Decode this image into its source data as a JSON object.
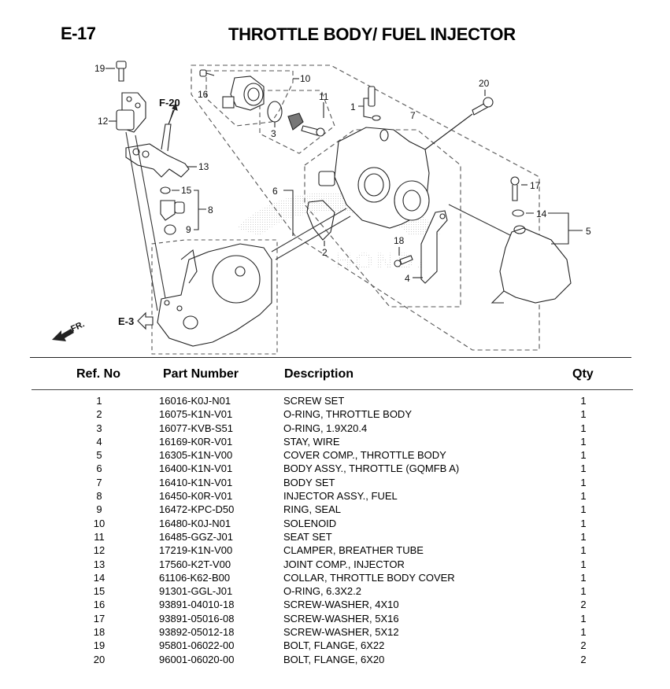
{
  "header": {
    "page_code": "E-17",
    "title": "THROTTLE BODY/ FUEL INJECTOR"
  },
  "diagram": {
    "callouts": [
      "1",
      "2",
      "3",
      "4",
      "5",
      "6",
      "7",
      "8",
      "9",
      "10",
      "11",
      "12",
      "13",
      "14",
      "15",
      "16",
      "17",
      "18",
      "19",
      "20"
    ],
    "refs": {
      "f20": "F-20",
      "e3": "E-3",
      "front": "FR."
    },
    "watermark": "HONDA"
  },
  "table": {
    "headers": {
      "ref": "Ref. No",
      "part": "Part Number",
      "desc": "Description",
      "qty": "Qty"
    },
    "rows": [
      {
        "ref": "1",
        "part": "16016-K0J-N01",
        "desc": "SCREW SET",
        "qty": "1"
      },
      {
        "ref": "2",
        "part": "16075-K1N-V01",
        "desc": "O-RING, THROTTLE BODY",
        "qty": "1"
      },
      {
        "ref": "3",
        "part": "16077-KVB-S51",
        "desc": "O-RING, 1.9X20.4",
        "qty": "1"
      },
      {
        "ref": "4",
        "part": "16169-K0R-V01",
        "desc": "STAY, WIRE",
        "qty": "1"
      },
      {
        "ref": "5",
        "part": "16305-K1N-V00",
        "desc": "COVER COMP., THROTTLE BODY",
        "qty": "1"
      },
      {
        "ref": "6",
        "part": "16400-K1N-V01",
        "desc": "BODY ASSY., THROTTLE (GQMFB A)",
        "qty": "1"
      },
      {
        "ref": "7",
        "part": "16410-K1N-V01",
        "desc": "BODY SET",
        "qty": "1"
      },
      {
        "ref": "8",
        "part": "16450-K0R-V01",
        "desc": "INJECTOR ASSY., FUEL",
        "qty": "1"
      },
      {
        "ref": "9",
        "part": "16472-KPC-D50",
        "desc": "RING, SEAL",
        "qty": "1"
      },
      {
        "ref": "10",
        "part": "16480-K0J-N01",
        "desc": "SOLENOID",
        "qty": "1"
      },
      {
        "ref": "11",
        "part": "16485-GGZ-J01",
        "desc": "SEAT SET",
        "qty": "1"
      },
      {
        "ref": "12",
        "part": "17219-K1N-V00",
        "desc": "CLAMPER, BREATHER TUBE",
        "qty": "1"
      },
      {
        "ref": "13",
        "part": "17560-K2T-V00",
        "desc": "JOINT COMP., INJECTOR",
        "qty": "1"
      },
      {
        "ref": "14",
        "part": "61106-K62-B00",
        "desc": "COLLAR, THROTTLE BODY COVER",
        "qty": "1"
      },
      {
        "ref": "15",
        "part": "91301-GGL-J01",
        "desc": "O-RING, 6.3X2.2",
        "qty": "1"
      },
      {
        "ref": "16",
        "part": "93891-04010-18",
        "desc": "SCREW-WASHER, 4X10",
        "qty": "2"
      },
      {
        "ref": "17",
        "part": "93891-05016-08",
        "desc": "SCREW-WASHER, 5X16",
        "qty": "1"
      },
      {
        "ref": "18",
        "part": "93892-05012-18",
        "desc": "SCREW-WASHER, 5X12",
        "qty": "1"
      },
      {
        "ref": "19",
        "part": "95801-06022-00",
        "desc": "BOLT, FLANGE, 6X22",
        "qty": "2"
      },
      {
        "ref": "20",
        "part": "96001-06020-00",
        "desc": "BOLT, FLANGE, 6X20",
        "qty": "2"
      }
    ]
  }
}
